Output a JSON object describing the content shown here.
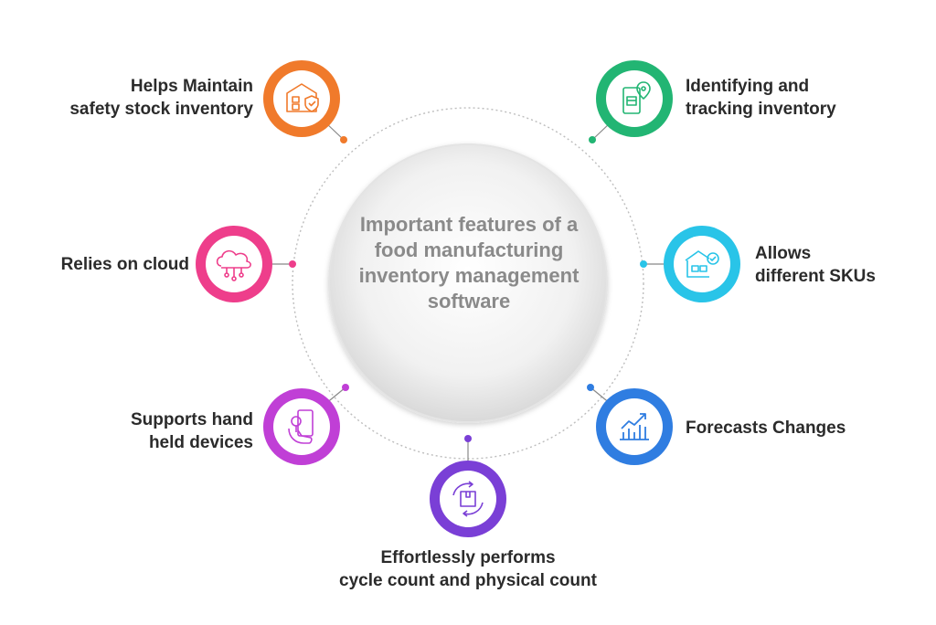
{
  "center": {
    "lines": [
      "Important features of a",
      "food manufacturing",
      "inventory management",
      "software"
    ]
  },
  "features": [
    {
      "id": "safety-stock",
      "lines": [
        "Helps Maintain",
        "safety stock inventory"
      ],
      "color": "#f07a2b",
      "icon": "warehouse-shield-icon"
    },
    {
      "id": "tracking",
      "lines": [
        "Identifying and",
        "tracking inventory"
      ],
      "color": "#22b573",
      "icon": "phone-location-box-icon"
    },
    {
      "id": "cloud",
      "lines": [
        "Relies on cloud"
      ],
      "color": "#ee3e8b",
      "icon": "cloud-network-icon"
    },
    {
      "id": "skus",
      "lines": [
        "Allows",
        "different SKUs"
      ],
      "color": "#29c4e8",
      "icon": "warehouse-gear-icon"
    },
    {
      "id": "handheld",
      "lines": [
        "Supports hand",
        "held devices"
      ],
      "color": "#c03fd6",
      "icon": "hand-phone-icon"
    },
    {
      "id": "forecast",
      "lines": [
        "Forecasts Changes"
      ],
      "color": "#2f7de1",
      "icon": "trend-chart-icon"
    },
    {
      "id": "cycle-count",
      "lines": [
        "Effortlessly performs",
        "cycle count and physical count"
      ],
      "color": "#7a3fd6",
      "icon": "cycle-box-icon"
    }
  ]
}
